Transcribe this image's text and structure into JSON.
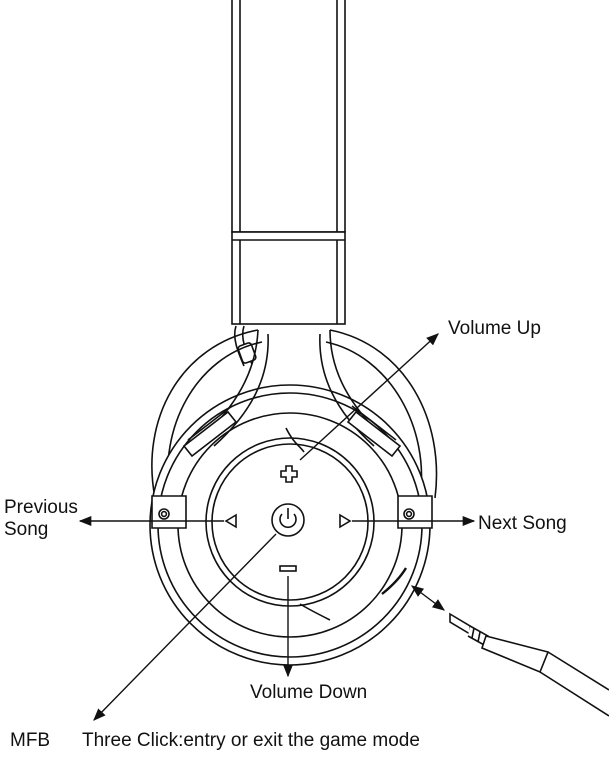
{
  "labels": {
    "volume_up": "Volume Up",
    "previous_song_line1": "Previous",
    "previous_song_line2": "Song",
    "next_song": "Next Song",
    "volume_down": "Volume Down",
    "mfb": "MFB",
    "mfb_description": "Three Click:entry or exit  the game mode"
  },
  "buttons": {
    "plus": "plus-icon",
    "minus": "minus-icon",
    "left": "left-triangle-icon",
    "right": "right-triangle-icon",
    "power": "power-icon"
  },
  "colors": {
    "line": "#111111",
    "background": "#ffffff"
  }
}
